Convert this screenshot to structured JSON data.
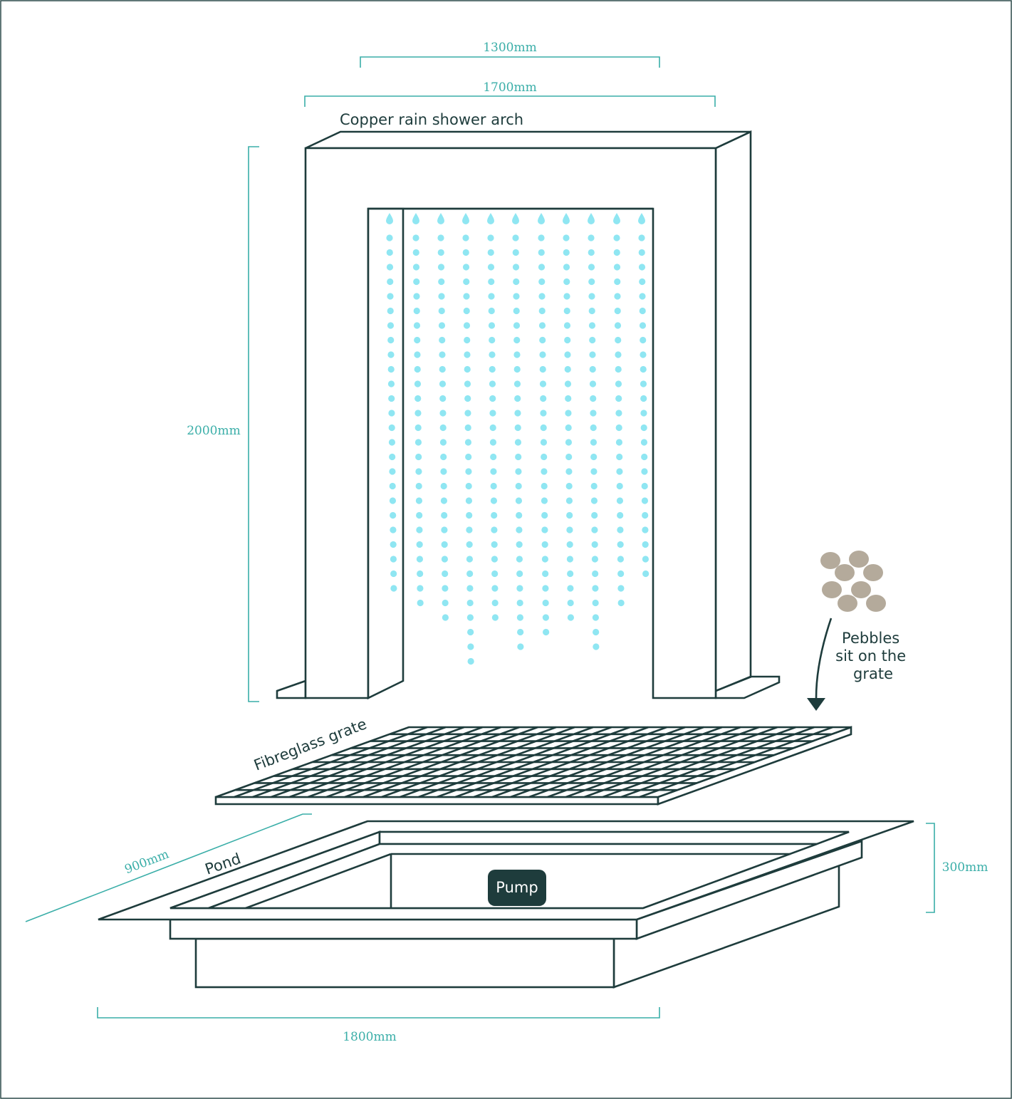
{
  "labels": {
    "arch": "Copper rain shower arch",
    "grate": "Fibreglass grate",
    "pond": "Pond",
    "pump": "Pump",
    "pebbles_line1": "Pebbles",
    "pebbles_line2": "sit on the",
    "pebbles_line3": "grate"
  },
  "dimensions": {
    "inner_width": "1300mm",
    "outer_width": "1700mm",
    "height": "2000mm",
    "pond_depth_width": "900mm",
    "pond_height": "300mm",
    "pond_length": "1800mm"
  },
  "colors": {
    "structure": "#1e3c3c",
    "dimension": "#3aaea8",
    "water": "#8fe6f2",
    "pebble": "#b4aa9b"
  }
}
